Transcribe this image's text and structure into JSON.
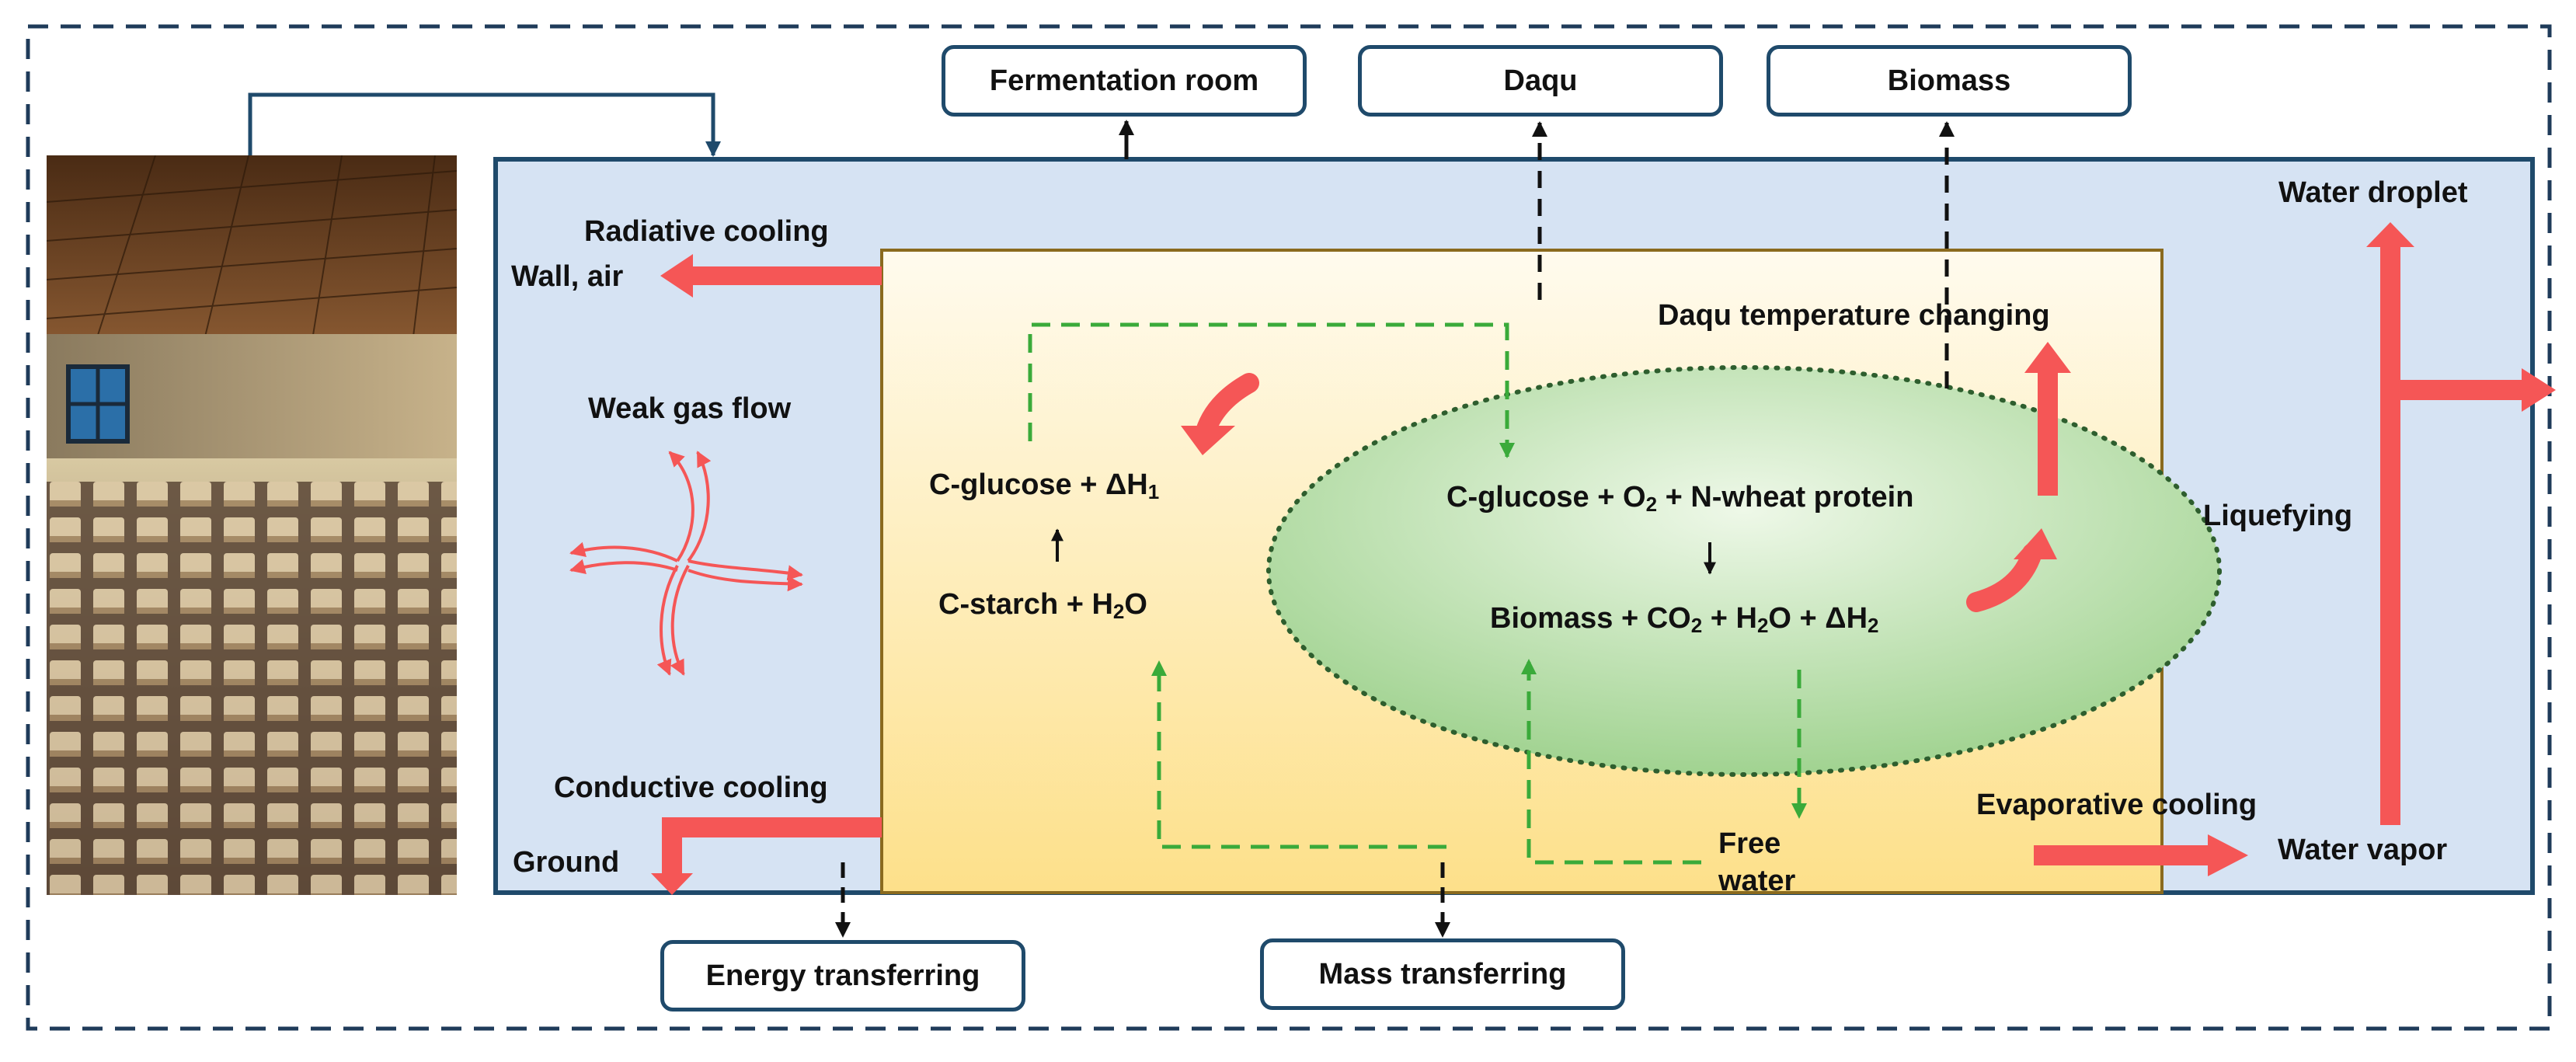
{
  "boxes": {
    "fermentation_room": "Fermentation room",
    "daqu": "Daqu",
    "biomass": "Biomass",
    "energy_transferring": "Energy transferring",
    "mass_transferring": "Mass transferring"
  },
  "labels": {
    "radiative_cooling": "Radiative cooling",
    "wall_air": "Wall, air",
    "weak_gas_flow": "Weak gas flow",
    "conductive_cooling": "Conductive cooling",
    "ground": "Ground",
    "daqu_temperature_changing": "Daqu temperature changing",
    "water_droplet": "Water droplet",
    "liquefying": "Liquefying",
    "evaporative_cooling": "Evaporative cooling",
    "water_vapor": "Water vapor",
    "free_water_1": "Free",
    "free_water_2": "water"
  },
  "reactions": {
    "glucose_dh1": {
      "a": "C-glucose + ΔH",
      "sub": "1"
    },
    "up_arrow": "↑",
    "starch": {
      "a": "C-starch + H",
      "sub": "2",
      "b": "O"
    },
    "glucose_o2": {
      "a": "C-glucose + O",
      "sub": "2",
      "b": " + N-wheat protein"
    },
    "down_arrow": "↓",
    "biomass": {
      "a": "Biomass + CO",
      "sub1": "2",
      "b": " + H",
      "sub2": "2",
      "c": "O + ΔH",
      "sub3": "2"
    }
  },
  "colors": {
    "outer_dash": "#1f3b5a",
    "room_fill": "#d6e3f3",
    "room_border": "#1f4a6b",
    "daqu_fill_top": "#fff8e4",
    "daqu_fill_bottom": "#fde49a",
    "daqu_border": "#8a6a1e",
    "ellipse_inner": "#e3f4dc",
    "ellipse_outer": "#9fd38d",
    "ellipse_border": "#2e5e2e",
    "heat_arrow": "#f55656",
    "green_dash": "#3aaa3a"
  },
  "icons": {
    "photo": "fermentation-room-photo",
    "gas_flow": "gas-flow-curved-arrows-icon"
  }
}
